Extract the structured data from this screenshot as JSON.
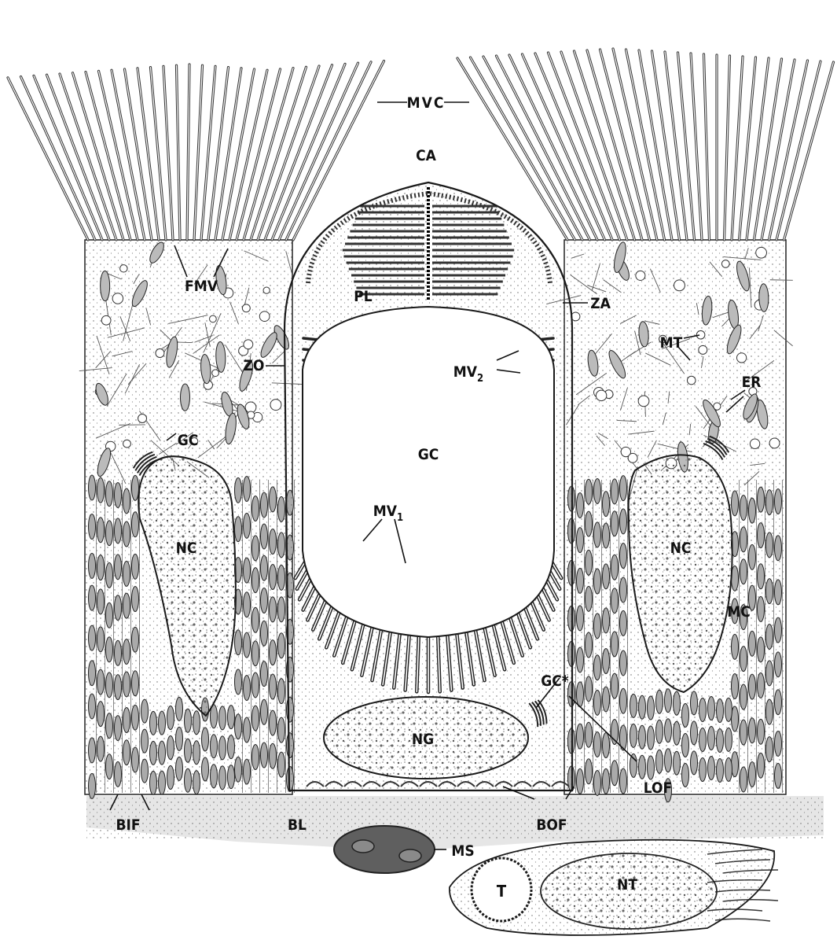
{
  "figure": {
    "labels": {
      "mvc": "MVC",
      "ca": "CA",
      "fmv": "FMV",
      "pl": "PL",
      "za": "ZA",
      "zo": "ZO",
      "mv2": "MV",
      "mv2_sub": "2",
      "mt": "MT",
      "er": "ER",
      "gc_cell": "GC",
      "gc_golgi_left": "GC",
      "mv1": "MV",
      "mv1_sub": "1",
      "nc_left": "NC",
      "nc_right": "NC",
      "mc": "MC",
      "gc_star": "GC*",
      "ng": "NG",
      "lof": "LOF",
      "bif": "BIF",
      "bl": "BL",
      "bof": "BOF",
      "ms": "MS",
      "t": "T",
      "nt": "NT"
    },
    "colors": {
      "ink": "#1a1a1a",
      "stipple": "#7a7a7a",
      "basal_lamina": "#e4e4e4",
      "muscle": "#5f5f5f"
    }
  }
}
